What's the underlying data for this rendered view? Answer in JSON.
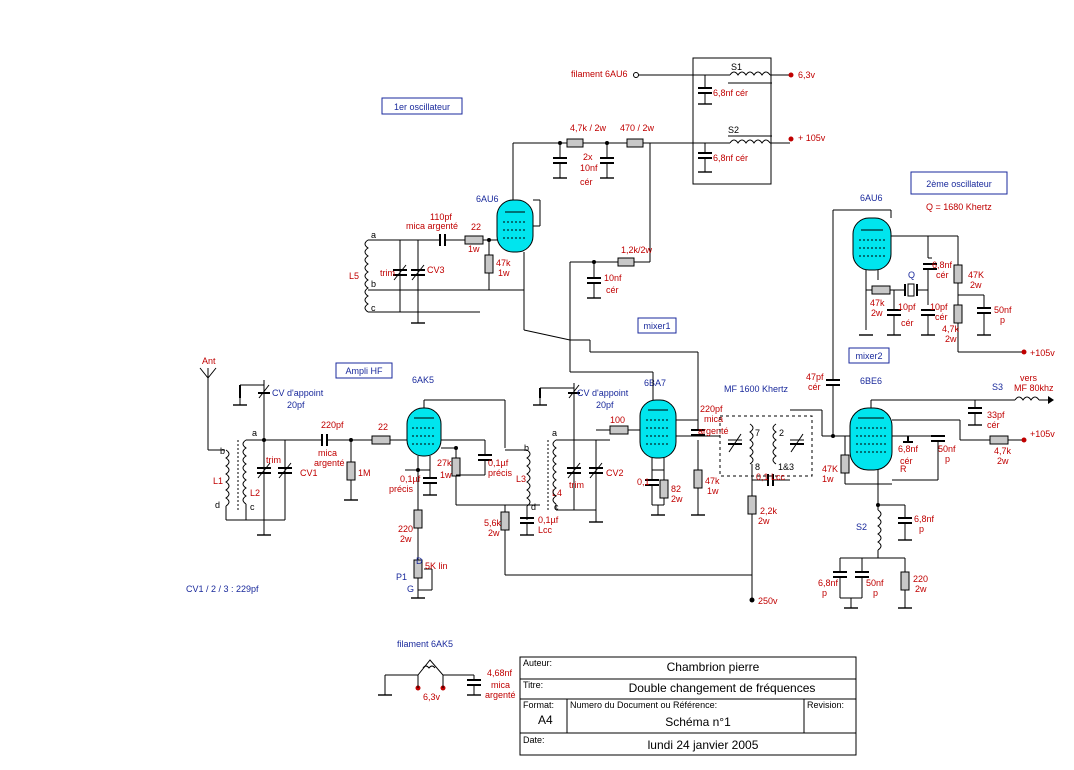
{
  "boxes": {
    "osc1": "1er oscillateur",
    "osc2": "2ème oscillateur",
    "ampli": "Ampli HF",
    "mixer1": "mixer1",
    "mixer2": "mixer2"
  },
  "tubes": {
    "t1": "6AU6",
    "t2": "6AU6",
    "t3": "6AK5",
    "t4": "6BA7",
    "t5": "6BE6"
  },
  "supply": {
    "filament_6au6": "filament 6AU6",
    "v63": "6,3v",
    "v105": "+ 105v",
    "v105b": "+105v",
    "v105c": "+105v",
    "v250": "250v",
    "filament_6ak5": "filament 6AK5",
    "v63b": "6,3v",
    "vers": "vers",
    "mf80": "MF 80khz",
    "mf1600": "MF 1600 Khertz",
    "q1680": "Q = 1680 Khertz"
  },
  "labels": {
    "S1": "S1",
    "S2": "S2",
    "S2b": "S2",
    "S3": "S3",
    "c68nf_cer_a": "6,8nf cér",
    "c68nf_cer_b": "6,8nf cér",
    "r47k2w": "4,7k / 2w",
    "r470": "470 / 2w",
    "c2x": "2x",
    "c10nf": "10nf",
    "ccer": "cér",
    "c110": "110pf",
    "mica_argente": "mica argenté",
    "r22a": "22",
    "r1w": "1w",
    "r47ka": "47k",
    "r47ka_w": "1w",
    "L5": "L5",
    "trim1": "trim",
    "CV3": "CV3",
    "pa": "a",
    "pb": "b",
    "pc": "c",
    "r12k": "1,2k/2w",
    "c10nf_b": "10nf",
    "c10nf_b_cer": "cér",
    "Ant": "Ant",
    "cvapp": "CV d'appoint",
    "c20pf": "20pf",
    "c220pf": "220pf",
    "mica2": "mica",
    "argente2": "argenté",
    "r22b": "22",
    "r1M": "1M",
    "L1": "L1",
    "L2": "L2",
    "trim2": "trim",
    "CV1": "CV1",
    "pa2": "a",
    "pb2": "b",
    "pc2": "c",
    "pd2": "d",
    "c01uf": "0,1µf",
    "precis": "précis",
    "r27k": "27k",
    "r27k_w": "1w",
    "c01uf_b": "0,1µf",
    "precis_b": "précis",
    "r220": "220",
    "r220w": "2w",
    "P1": "P1",
    "D": "D",
    "G": "G",
    "k5lin": "5K lin",
    "L3": "L3",
    "pb3": "b",
    "pd3": "d",
    "r56k": "5,6k",
    "r56k_w": "2w",
    "c01lcc": "0,1µf",
    "lcc": "Lcc",
    "cvapp2": "CV d'appoint",
    "c20pf2": "20pf",
    "pa4": "a",
    "pc4": "c",
    "L4": "L4",
    "trim3": "trim",
    "CV2": "CV2",
    "r100": "100",
    "c01": "0,1",
    "r82": "82",
    "r82w": "2w",
    "c220pf_b": "220pf",
    "mica3": "mica",
    "argente3": "argenté",
    "r47k_b": "47k",
    "r47k_bw": "1w",
    "n7": "7",
    "n8": "8",
    "n2": "2",
    "n13": "1&3",
    "c01lcc2": "0,1 Lcc",
    "r22k": "2,2k",
    "r22k_w": "2w",
    "c68nf_a": "6,8nf",
    "cer_a": "cér",
    "r47K_c": "47K",
    "r47K_cw": "2w",
    "r47k_d": "47k",
    "r47k_dw": "2w",
    "c10pf_a": "10pf",
    "cer_b": "cér",
    "c10pf_b": "10pf",
    "cer_c": "cér",
    "Q": "Q",
    "r47k_e": "4,7k",
    "r47k_ew": "2w",
    "c50nf_a": "50nf",
    "p_a": "p",
    "c47pf": "47pf",
    "cer_d": "cér",
    "c33pf": "33pf",
    "cer_e": "cér",
    "c68nf_b": "6,8nf",
    "cer_f": "cér",
    "R": "R",
    "c50nf_b": "50nf",
    "p_b": "p",
    "r47K_f": "47K",
    "r47K_fw": "1w",
    "r47k_g": "4,7k",
    "r47k_gw": "2w",
    "c68nf_c": "6,8nf",
    "p_c": "p",
    "c68nf_d": "6,8nf",
    "p_d": "p",
    "c50nf_c": "50nf",
    "p_e": "p",
    "r220b": "220",
    "r220bw": "2w",
    "cv123": "CV1 / 2 / 3 : 229pf",
    "c468": "4,68nf",
    "mica4": "mica",
    "argente4": "argenté"
  },
  "titleblock": {
    "auteur_label": "Auteur:",
    "auteur": "Chambrion pierre",
    "titre_label": "Titre:",
    "titre": "Double changement de fréquences",
    "format_label": "Format:",
    "format": "A4",
    "ref_label": "Numero du Document ou Référence:",
    "ref": "Schéma n°1",
    "revision_label": "Revision:",
    "date_label": "Date:",
    "date": "lundi 24 janvier 2005"
  }
}
